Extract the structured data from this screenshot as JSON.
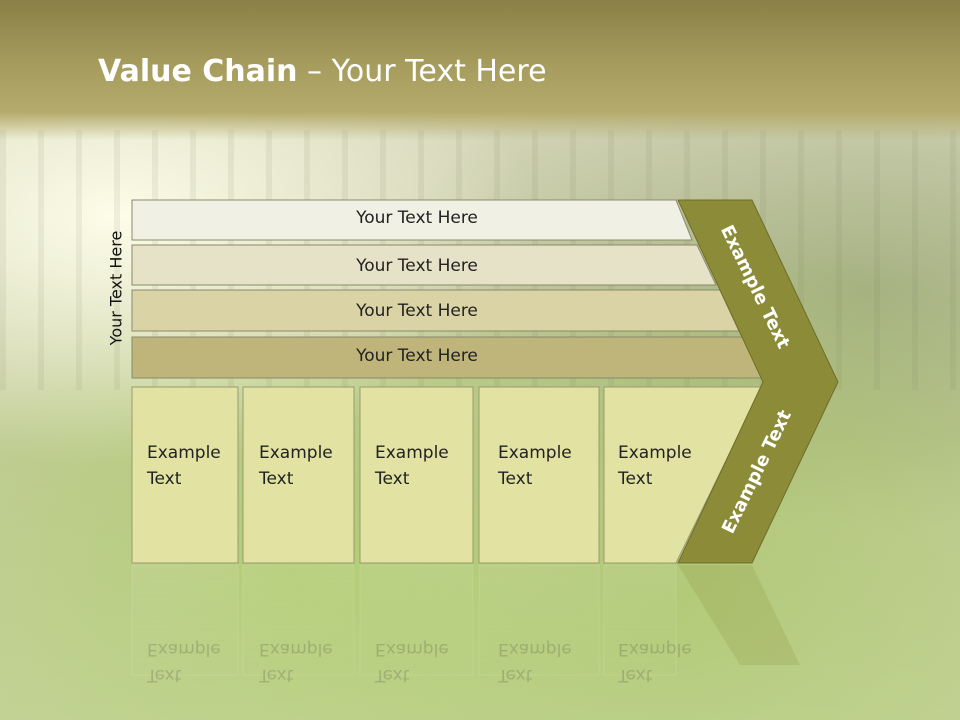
{
  "slide": {
    "title_bold": "Value Chain",
    "title_rest": " – Your Text Here",
    "side_label": "Your Text Here",
    "bands": [
      "Your Text Here",
      "Your Text Here",
      "Your Text Here",
      "Your Text Here"
    ],
    "boxes": [
      {
        "line1": "Example",
        "line2": "Text"
      },
      {
        "line1": "Example",
        "line2": "Text"
      },
      {
        "line1": "Example",
        "line2": "Text"
      },
      {
        "line1": "Example",
        "line2": "Text"
      },
      {
        "line1": "Example",
        "line2": "Text"
      }
    ],
    "chevron_top": "Example Text",
    "chevron_bottom": "Example Text"
  },
  "colors": {
    "band1": "#f1f0e4",
    "band2": "#e6e2c8",
    "band3": "#d9d3a6",
    "band4": "#bfb47a",
    "box": "#e2e2a2",
    "chevron": "#8b8b38"
  }
}
